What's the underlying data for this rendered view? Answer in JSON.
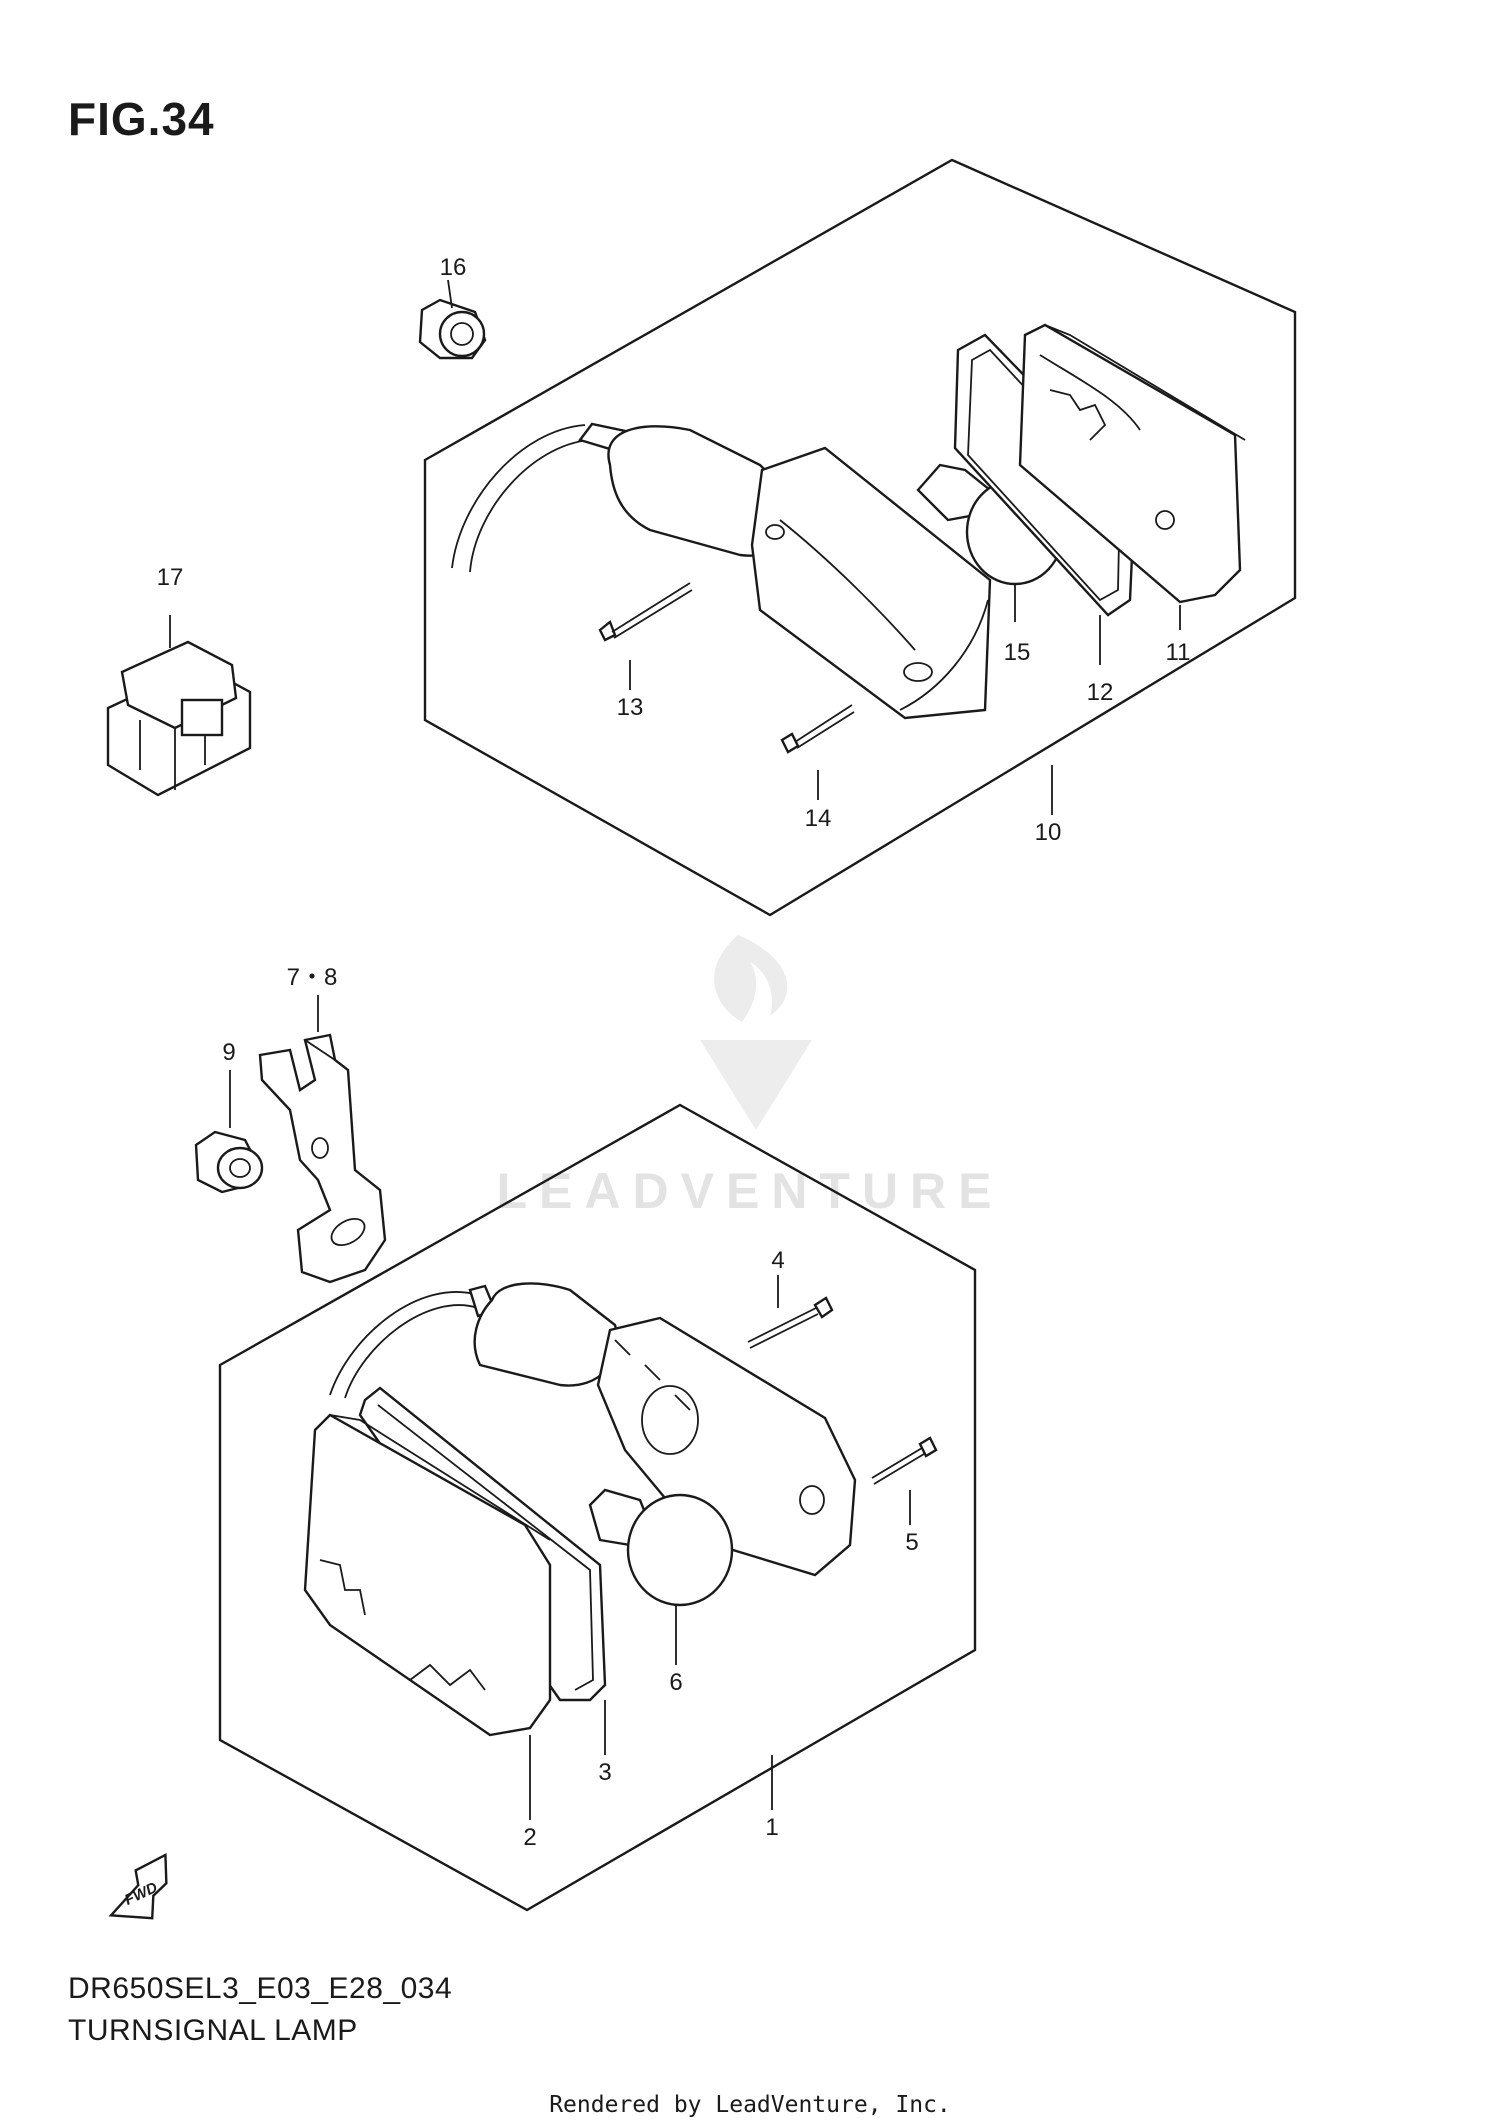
{
  "figure_title": "FIG.34",
  "diagram_code": "DR650SEL3_E03_E28_034",
  "diagram_name": "TURNSIGNAL LAMP",
  "rendered_by": "Rendered by LeadVenture, Inc.",
  "watermark": "LEADVENTURE",
  "fwd_label": "FWD",
  "callouts": {
    "c1": "1",
    "c2": "2",
    "c3": "3",
    "c4": "4",
    "c5": "5",
    "c6": "6",
    "c78": "7・8",
    "c9": "9",
    "c10": "10",
    "c11": "11",
    "c12": "12",
    "c13": "13",
    "c14": "14",
    "c15": "15",
    "c16": "16",
    "c17": "17"
  }
}
